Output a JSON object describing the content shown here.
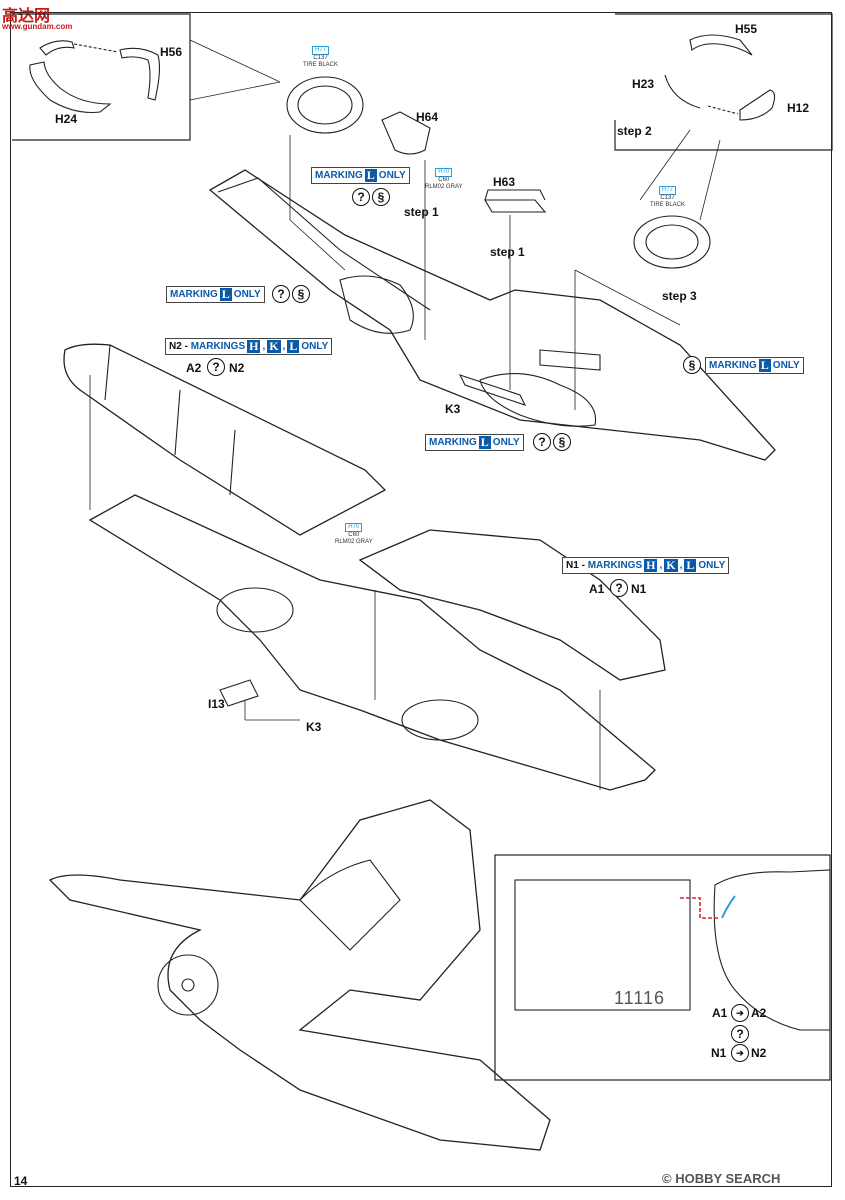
{
  "page_number": "14",
  "watermark_top": "高达网",
  "watermark_top_url": "www.gundam.com",
  "watermark_bottom": "© HOBBY SEARCH",
  "colors": {
    "marking_blue": "#0a5aa8",
    "callout_cyan": "#2a9fd8",
    "mask_red": "#d8262a"
  },
  "parts": {
    "h56": "H56",
    "h24": "H24",
    "h55": "H55",
    "h23": "H23",
    "h12": "H12",
    "h64": "H64",
    "h63": "H63",
    "k3_upper": "K3",
    "k3_lower": "K3",
    "i13": "I13"
  },
  "steps": {
    "step1_a": "step 1",
    "step1_b": "step 1",
    "step2": "step 2",
    "step3": "step 3"
  },
  "paint_callouts": {
    "c137_a": {
      "code": "H77",
      "paint": "C137",
      "name": "TIRE BLACK"
    },
    "c137_b": {
      "code": "H77",
      "paint": "C137",
      "name": "TIRE BLACK"
    },
    "c60_a": {
      "code": "H70",
      "paint": "C60",
      "name": "RLM02 GRAY"
    },
    "c60_b": {
      "code": "H70",
      "paint": "C60",
      "name": "RLM02 GRAY"
    }
  },
  "markings": {
    "m1": {
      "prefix": "MARKING",
      "letters": [
        "L"
      ],
      "suffix": "ONLY"
    },
    "m2": {
      "prefix": "MARKING",
      "letters": [
        "L"
      ],
      "suffix": "ONLY"
    },
    "m3": {
      "prefix": "MARKING",
      "letters": [
        "L"
      ],
      "suffix": "ONLY"
    },
    "m4": {
      "prefix": "MARKING",
      "letters": [
        "L"
      ],
      "suffix": "ONLY"
    },
    "n2": {
      "part": "N2",
      "prefix": "MARKINGS",
      "letters": [
        "H",
        "K",
        "L"
      ],
      "suffix": "ONLY"
    },
    "n1": {
      "part": "N1",
      "prefix": "MARKINGS",
      "letters": [
        "H",
        "K",
        "L"
      ],
      "suffix": "ONLY"
    }
  },
  "options": {
    "a2n2": {
      "left": "A2",
      "right": "N2"
    },
    "a1n1": {
      "left": "A1",
      "right": "N1"
    }
  },
  "mask_inset": {
    "sheet_number": "11116",
    "a1": "A1",
    "a2": "A2",
    "n1": "N1",
    "n2": "N2"
  },
  "symbols": {
    "question": "?",
    "spring": "§",
    "arrow": "➔"
  }
}
